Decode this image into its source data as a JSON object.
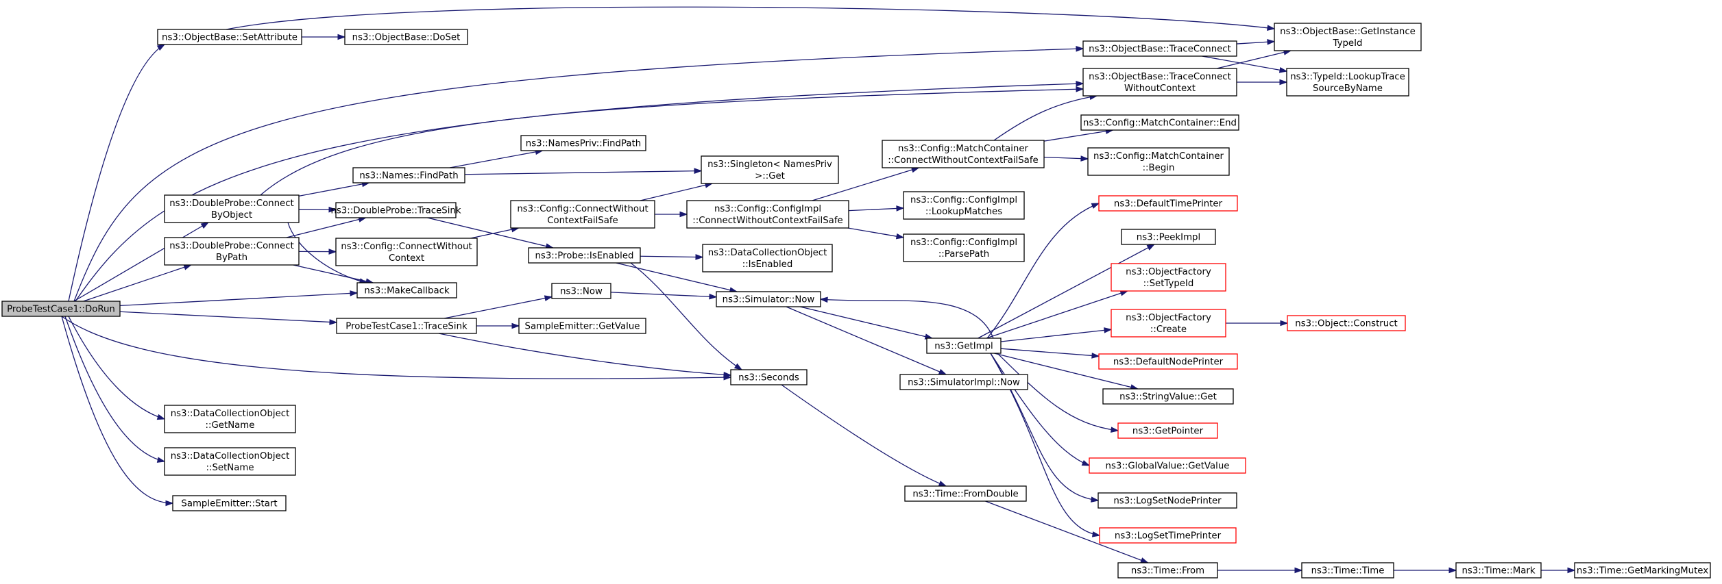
{
  "nodes": [
    {
      "id": "root",
      "lines": [
        "ProbeTestCase1::DoRun"
      ]
    },
    {
      "id": "setattr",
      "lines": [
        "ns3::ObjectBase::SetAttribute"
      ]
    },
    {
      "id": "doset",
      "lines": [
        "ns3::ObjectBase::DoSet"
      ]
    },
    {
      "id": "getinst",
      "lines": [
        "ns3::ObjectBase::GetInstance",
        "TypeId"
      ]
    },
    {
      "id": "traceconn",
      "lines": [
        "ns3::ObjectBase::TraceConnect"
      ]
    },
    {
      "id": "lookup",
      "lines": [
        "ns3::TypeId::LookupTrace",
        "SourceByName"
      ]
    },
    {
      "id": "tcwc",
      "lines": [
        "ns3::ObjectBase::TraceConnect",
        "WithoutContext"
      ]
    },
    {
      "id": "mcend",
      "lines": [
        "ns3::Config::MatchContainer::End"
      ]
    },
    {
      "id": "mccwc",
      "lines": [
        "ns3::Config::MatchContainer",
        "::ConnectWithoutContextFailSafe"
      ]
    },
    {
      "id": "mcbegin",
      "lines": [
        "ns3::Config::MatchContainer",
        "::Begin"
      ]
    },
    {
      "id": "npfind",
      "lines": [
        "ns3::NamesPriv::FindPath"
      ]
    },
    {
      "id": "nfind",
      "lines": [
        "ns3::Names::FindPath"
      ]
    },
    {
      "id": "singleton",
      "lines": [
        "ns3::Singleton< NamesPriv",
        ">::Get"
      ]
    },
    {
      "id": "dpcbo",
      "lines": [
        "ns3::DoubleProbe::Connect",
        "ByObject"
      ]
    },
    {
      "id": "dpts",
      "lines": [
        "ns3::DoubleProbe::TraceSink"
      ]
    },
    {
      "id": "ccwcfs",
      "lines": [
        "ns3::Config::ConnectWithout",
        "ContextFailSafe"
      ]
    },
    {
      "id": "cicwcfs",
      "lines": [
        "ns3::Config::ConfigImpl",
        "::ConnectWithoutContextFailSafe"
      ]
    },
    {
      "id": "cilm",
      "lines": [
        "ns3::Config::ConfigImpl",
        "::LookupMatches"
      ]
    },
    {
      "id": "dpcbp",
      "lines": [
        "ns3::DoubleProbe::Connect",
        "ByPath"
      ]
    },
    {
      "id": "ccwc",
      "lines": [
        "ns3::Config::ConnectWithout",
        "Context"
      ]
    },
    {
      "id": "pie",
      "lines": [
        "ns3::Probe::IsEnabled"
      ]
    },
    {
      "id": "dcoie",
      "lines": [
        "ns3::DataCollectionObject",
        "::IsEnabled"
      ]
    },
    {
      "id": "cipp",
      "lines": [
        "ns3::Config::ConfigImpl",
        "::ParsePath"
      ]
    },
    {
      "id": "mkcb",
      "lines": [
        "ns3::MakeCallback"
      ]
    },
    {
      "id": "now",
      "lines": [
        "ns3::Now"
      ]
    },
    {
      "id": "simnow",
      "lines": [
        "ns3::Simulator::Now"
      ]
    },
    {
      "id": "ptcts",
      "lines": [
        "ProbeTestCase1::TraceSink"
      ]
    },
    {
      "id": "segv",
      "lines": [
        "SampleEmitter::GetValue"
      ]
    },
    {
      "id": "getimpl",
      "lines": [
        "ns3::GetImpl"
      ]
    },
    {
      "id": "seconds",
      "lines": [
        "ns3::Seconds"
      ]
    },
    {
      "id": "simimplnow",
      "lines": [
        "ns3::SimulatorImpl::Now"
      ]
    },
    {
      "id": "dcogn",
      "lines": [
        "ns3::DataCollectionObject",
        "::GetName"
      ]
    },
    {
      "id": "dcosn",
      "lines": [
        "ns3::DataCollectionObject",
        "::SetName"
      ]
    },
    {
      "id": "ses",
      "lines": [
        "SampleEmitter::Start"
      ]
    },
    {
      "id": "tfd",
      "lines": [
        "ns3::Time::FromDouble"
      ]
    },
    {
      "id": "dtp",
      "lines": [
        "ns3::DefaultTimePrinter"
      ]
    },
    {
      "id": "peek",
      "lines": [
        "ns3::PeekImpl"
      ]
    },
    {
      "id": "ofst",
      "lines": [
        "ns3::ObjectFactory",
        "::SetTypeId"
      ]
    },
    {
      "id": "ofc",
      "lines": [
        "ns3::ObjectFactory",
        "::Create"
      ]
    },
    {
      "id": "objc",
      "lines": [
        "ns3::Object::Construct"
      ]
    },
    {
      "id": "dnp",
      "lines": [
        "ns3::DefaultNodePrinter"
      ]
    },
    {
      "id": "svg",
      "lines": [
        "ns3::StringValue::Get"
      ]
    },
    {
      "id": "gp",
      "lines": [
        "ns3::GetPointer"
      ]
    },
    {
      "id": "gvgv",
      "lines": [
        "ns3::GlobalValue::GetValue"
      ]
    },
    {
      "id": "lsnp",
      "lines": [
        "ns3::LogSetNodePrinter"
      ]
    },
    {
      "id": "lstp",
      "lines": [
        "ns3::LogSetTimePrinter"
      ]
    },
    {
      "id": "tfrom",
      "lines": [
        "ns3::Time::From"
      ]
    },
    {
      "id": "ttime",
      "lines": [
        "ns3::Time::Time"
      ]
    },
    {
      "id": "tmark",
      "lines": [
        "ns3::Time::Mark"
      ]
    },
    {
      "id": "tgmm",
      "lines": [
        "ns3::Time::GetMarkingMutex"
      ]
    }
  ],
  "edges": [
    [
      "root",
      "setattr"
    ],
    [
      "root",
      "traceconn"
    ],
    [
      "root",
      "tcwc"
    ],
    [
      "root",
      "dpcbo"
    ],
    [
      "root",
      "dpcbp"
    ],
    [
      "root",
      "mkcb"
    ],
    [
      "root",
      "ptcts"
    ],
    [
      "root",
      "seconds"
    ],
    [
      "root",
      "dcogn"
    ],
    [
      "root",
      "dcosn"
    ],
    [
      "root",
      "ses"
    ],
    [
      "setattr",
      "doset"
    ],
    [
      "setattr",
      "getinst"
    ],
    [
      "traceconn",
      "getinst"
    ],
    [
      "traceconn",
      "lookup"
    ],
    [
      "tcwc",
      "getinst"
    ],
    [
      "tcwc",
      "lookup"
    ],
    [
      "dpcbo",
      "tcwc"
    ],
    [
      "dpcbo",
      "nfind"
    ],
    [
      "dpcbo",
      "dpts"
    ],
    [
      "dpcbo",
      "mkcb"
    ],
    [
      "nfind",
      "npfind"
    ],
    [
      "nfind",
      "singleton"
    ],
    [
      "dpts",
      "pie"
    ],
    [
      "dpcbp",
      "dpts"
    ],
    [
      "dpcbp",
      "ccwc"
    ],
    [
      "dpcbp",
      "mkcb"
    ],
    [
      "ccwc",
      "ccwcfs"
    ],
    [
      "ccwcfs",
      "singleton"
    ],
    [
      "ccwcfs",
      "cicwcfs"
    ],
    [
      "cicwcfs",
      "mccwc"
    ],
    [
      "cicwcfs",
      "cilm"
    ],
    [
      "cicwcfs",
      "cipp"
    ],
    [
      "mccwc",
      "tcwc"
    ],
    [
      "mccwc",
      "mcend"
    ],
    [
      "mccwc",
      "mcbegin"
    ],
    [
      "pie",
      "dcoie"
    ],
    [
      "pie",
      "simnow"
    ],
    [
      "pie",
      "seconds"
    ],
    [
      "ptcts",
      "now"
    ],
    [
      "ptcts",
      "segv"
    ],
    [
      "ptcts",
      "seconds"
    ],
    [
      "now",
      "simnow"
    ],
    [
      "simnow",
      "getimpl"
    ],
    [
      "simnow",
      "simimplnow"
    ],
    [
      "seconds",
      "tfd"
    ],
    [
      "tfd",
      "tfrom"
    ],
    [
      "getimpl",
      "simnow"
    ],
    [
      "getimpl",
      "dtp"
    ],
    [
      "getimpl",
      "peek"
    ],
    [
      "getimpl",
      "ofst"
    ],
    [
      "getimpl",
      "ofc"
    ],
    [
      "getimpl",
      "dnp"
    ],
    [
      "getimpl",
      "svg"
    ],
    [
      "getimpl",
      "gp"
    ],
    [
      "getimpl",
      "gvgv"
    ],
    [
      "getimpl",
      "lsnp"
    ],
    [
      "getimpl",
      "lstp"
    ],
    [
      "ofc",
      "objc"
    ],
    [
      "tfrom",
      "ttime"
    ],
    [
      "ttime",
      "tmark"
    ],
    [
      "tmark",
      "tgmm"
    ]
  ]
}
